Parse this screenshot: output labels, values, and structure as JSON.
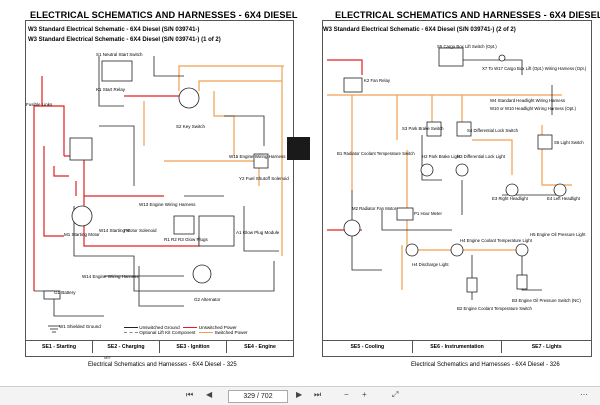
{
  "left_page": {
    "title": "ELECTRICAL   SCHEMATICS AND HARNESSES - 6X4 DIESEL",
    "subtitle1": "W3 Standard Electrical Schematic - 6X4 Diesel (S/N 039741-)",
    "subtitle2": "W3 Standard Electrical Schematic - 6X4 Diesel (S/N 039741-) (1 of 2)",
    "labels": {
      "s1": "S1 Neutral Start Switch",
      "fusible": "Fusible Links",
      "k1": "K1 Start Relay",
      "s2": "S2 Key Switch",
      "w15": "W15 Engine Wiring Harness",
      "y2": "Y2 Fuel Shutoff Solenoid",
      "m1": "M1 Starting Motor",
      "w14": "W14 Starting Motor Solenoid",
      "r1r2r3": "R1 R2 R3 Glow Plugs",
      "a1": "A1 Glow Plug Module",
      "w13": "W13 Engine Wiring Harness",
      "g1": "G1 Battery",
      "w14b": "W14 Engine Wiring Harness",
      "g2": "G2 Alternator",
      "w1": "W1 Shielded Ground",
      "f4": "F4"
    },
    "legend": [
      "Unswitched Ground",
      "Optional Lift Kit Component",
      "Unswitched Power",
      "Switched Power"
    ],
    "sections": [
      "SE1 - Starting",
      "SE2 - Charging",
      "SE3 - Ignition",
      "SE4 - Engine"
    ],
    "small_note": "MIF",
    "footer": "Electrical   Schematics and Harnesses - 6X4 Diesel - 325"
  },
  "right_page": {
    "title": "ELECTRICAL   SCHEMATICS AND HARNESSES - 6X4 DIESEL",
    "subtitle": "W3 Standard Electrical Schematic - 6X4 Diesel (S/N 039741-) (2 of 2)",
    "labels": {
      "s5": "S5 Cargo Box Lift Switch (Opt.)",
      "x7": "X7 To W17 Cargo Box Lift (Opt.) Wiring Harness (Opt.)",
      "k2": "K2 Fan Relay",
      "w4": "W4 Standard Headlight Wiring Harness",
      "w10": "W10 or W10 Headlight Wiring Harness (Opt.)",
      "s3": "S3 Park Brake Switch",
      "s4": "S4 Differential Lock Switch",
      "s6": "S6 Light Switch",
      "b1": "B1 Radiator Coolant Temperature Switch",
      "h2": "H2 Park Brake Light",
      "h3": "H3 Differential Lock Light",
      "e3": "E3 Right Headlight",
      "e4": "E4 Left Headlight",
      "p1": "P1 Hour Meter",
      "m2": "M2 Radiator Fan Motor",
      "h4": "H4 Discharge Light",
      "h4b": "H4 Engine Coolant Temperature Light",
      "h5": "H5 Engine Oil Pressure Light",
      "b2": "B2 Engine Coolant Temperature Switch",
      "b3": "B3 Engine Oil Pressure Switch (NC)"
    },
    "sections": [
      "SE5 - Cooling",
      "SE6 - Instrumentation",
      "SE7 - Lights"
    ],
    "footer": "Electrical   Schematics and Harnesses - 6X4 Diesel - 326"
  },
  "toolbar": {
    "page_indicator": "329 / 702",
    "prev": "◀",
    "next": "▶",
    "first": "⏮",
    "last": "⏭",
    "zoom_out": "−",
    "zoom_in": "+",
    "fit": "⤢",
    "more": "⋯"
  },
  "colors": {
    "unswitched_power": "#e02020",
    "switched_power": "#f0a050",
    "ground": "#222222",
    "optional": "#888888"
  }
}
